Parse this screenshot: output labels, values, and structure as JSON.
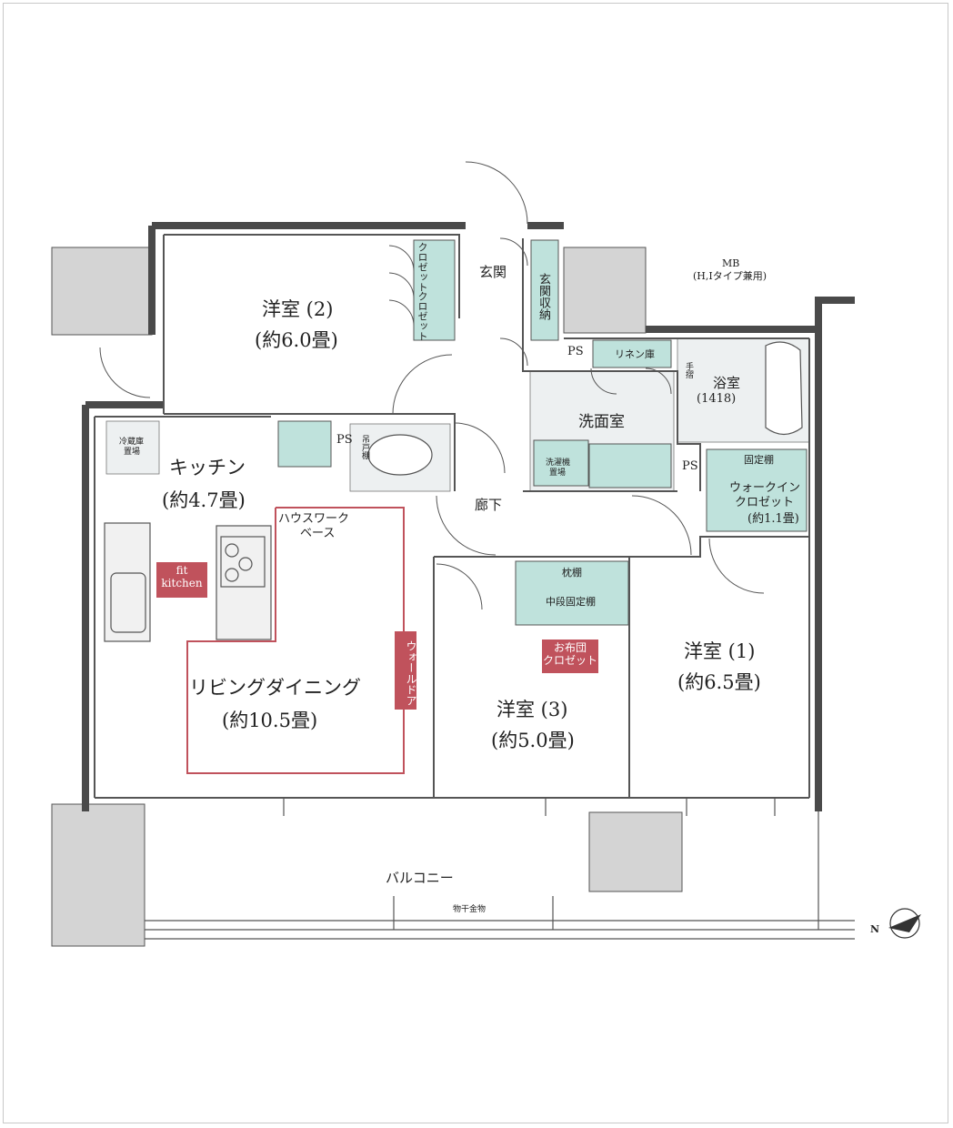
{
  "rooms": {
    "western2": {
      "name": "洋室 (2)",
      "size": "(約6.0畳)"
    },
    "kitchen": {
      "name": "キッチン",
      "size": "(約4.7畳)"
    },
    "living": {
      "name": "リビングダイニング",
      "size": "(約10.5畳)"
    },
    "western3": {
      "name": "洋室 (3)",
      "size": "(約5.0畳)"
    },
    "western1": {
      "name": "洋室 (1)",
      "size": "(約6.5畳)"
    },
    "washroom": "洗面室",
    "hallway": "廊下",
    "entrance": "玄関",
    "bath": {
      "name": "浴室",
      "size": "(1418)"
    },
    "balcony": "バルコニー"
  },
  "storage": {
    "closet_a": "クロゼット",
    "closet_b": "クロゼット",
    "entrance_storage": "玄関収納",
    "linen": "リネン庫",
    "handrail": "手摺",
    "walkin": {
      "line1": "ウォークイン",
      "line2": "クロゼット",
      "size": "(約1.1畳)"
    },
    "fixed_shelf": "固定棚",
    "pillow_shelf": "枕棚",
    "middle_shelf": "中段固定棚",
    "futon_closet": {
      "line1": "お布団",
      "line2": "クロゼット"
    },
    "hanging_shelf": "吊戸棚"
  },
  "fixtures": {
    "fridge": {
      "line1": "冷蔵庫",
      "line2": "置場"
    },
    "washer": {
      "line1": "洗濯機",
      "line2": "置場"
    },
    "ps_1": "PS",
    "ps_2": "PS",
    "ps_3": "PS",
    "housework": {
      "line1": "ハウスワーク",
      "line2": "ベース"
    },
    "fit_kitchen": {
      "line1": "fit",
      "line2": "kitchen"
    },
    "wall_door": "ウォールドア",
    "laundry_pole": "物干金物",
    "mb": {
      "line1": "MB",
      "line2": "(H,Iタイプ兼用)"
    },
    "north_mark": "N"
  },
  "colors": {
    "teal": "#bfe2dc",
    "pillar": "#d4d4d4",
    "red": "#c0525c",
    "wall": "#4a4a4a"
  }
}
